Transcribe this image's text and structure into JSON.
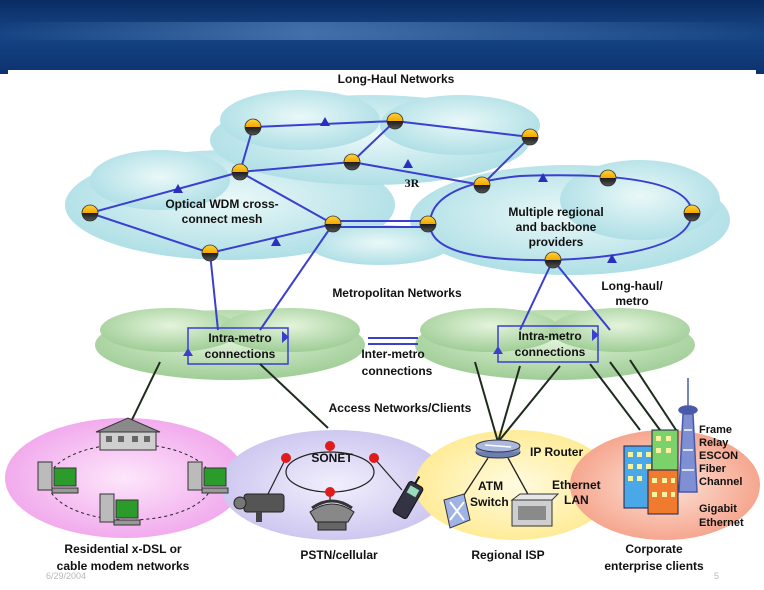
{
  "labels": {
    "long_haul_networks": "Long-Haul Networks",
    "optical_wdm_line1": "Optical WDM cross-",
    "optical_wdm_line2": "connect mesh",
    "three_r": "3R",
    "multiple_regional_line1": "Multiple regional",
    "multiple_regional_line2": "and backbone",
    "multiple_regional_line3": "providers",
    "metropolitan_networks": "Metropolitan Networks",
    "long_haul_metro_line1": "Long-haul/",
    "long_haul_metro_line2": "metro",
    "intra_metro_left_line1": "Intra-metro",
    "intra_metro_left_line2": "connections",
    "intra_metro_right_line1": "Intra-metro",
    "intra_metro_right_line2": "connections",
    "inter_metro_line1": "Inter-metro",
    "inter_metro_line2": "connections",
    "access_networks": "Access Networks/Clients",
    "sonet": "SONET",
    "ip_router": "IP Router",
    "atm_line1": "ATM",
    "atm_line2": "Switch",
    "ethernet_line1": "Ethernet",
    "ethernet_line2": "LAN",
    "frame_relay_line1": "Frame",
    "frame_relay_line2": "Relay",
    "escon": "ESCON",
    "fiber_channel_line1": "Fiber",
    "fiber_channel_line2": "Channel",
    "gigabit_line1": "Gigabit",
    "gigabit_line2": "Ethernet",
    "residential_line1": "Residential x-DSL or",
    "residential_line2": "cable modem networks",
    "pstn": "PSTN/cellular",
    "regional_isp": "Regional ISP",
    "corporate_line1": "Corporate",
    "corporate_line2": "enterprise clients"
  },
  "footer": {
    "date": "6/29/2004",
    "page_number": "5"
  },
  "colors": {
    "header_blue": "#0d3270",
    "long_haul_cloud": "#bfe6e8",
    "metro_cloud": "#b9dcb0",
    "residential_cloud": "#f3b8f0",
    "pstn_cloud": "#d6d0f2",
    "isp_cloud": "#fff3b0",
    "corporate_cloud": "#f6b8a0",
    "link_blue": "#3a3fd0",
    "link_dark": "#223322"
  },
  "icons": [
    "node-disc-icon",
    "triangle-marker-icon",
    "house-icon",
    "computer-icon",
    "camera-icon",
    "telephone-icon",
    "cellphone-icon",
    "router-icon",
    "atm-switch-icon",
    "ethernet-lan-icon",
    "office-buildings-icon",
    "radio-tower-icon"
  ]
}
